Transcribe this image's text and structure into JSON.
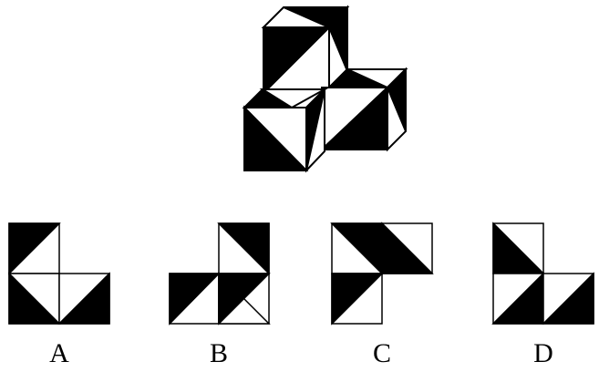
{
  "options": [
    {
      "label": "A"
    },
    {
      "label": "B"
    },
    {
      "label": "C"
    },
    {
      "label": "D"
    }
  ],
  "colors": {
    "fill": "#000000",
    "background": "#ffffff",
    "stroke": "#000000"
  }
}
